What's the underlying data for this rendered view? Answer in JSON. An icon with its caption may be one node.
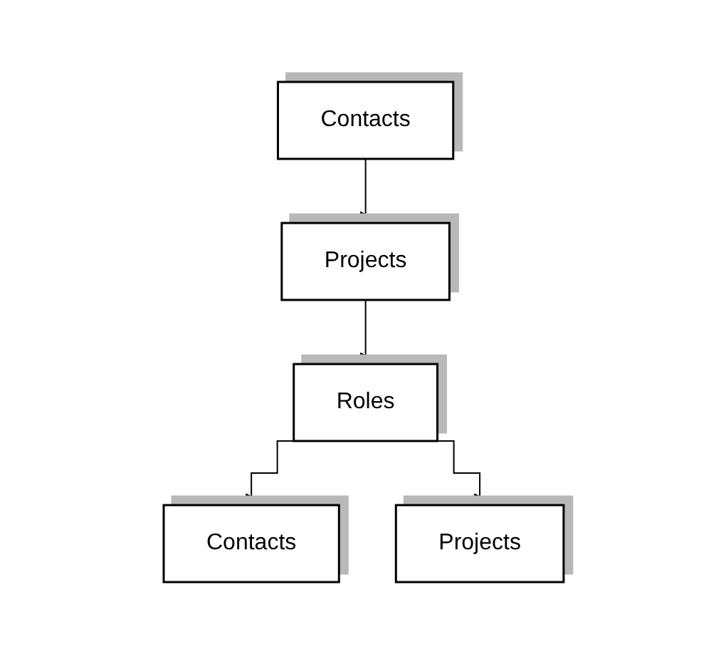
{
  "diagram": {
    "nodes": [
      {
        "text": [
          "Contacts"
        ]
      },
      {
        "text": [
          "Projects"
        ]
      },
      {
        "text": [
          "Roles"
        ]
      },
      {
        "text": [
          "Contacts"
        ]
      },
      {
        "text": [
          "Projects"
        ]
      }
    ],
    "edges": [
      {
        "from": 0,
        "to": 1,
        "arrow": "to"
      },
      {
        "from": 1,
        "to": 2,
        "arrow": "to"
      },
      {
        "from": 2,
        "to": 3,
        "arrow": "to"
      },
      {
        "from": 2,
        "to": 4,
        "arrow": "to"
      }
    ]
  }
}
